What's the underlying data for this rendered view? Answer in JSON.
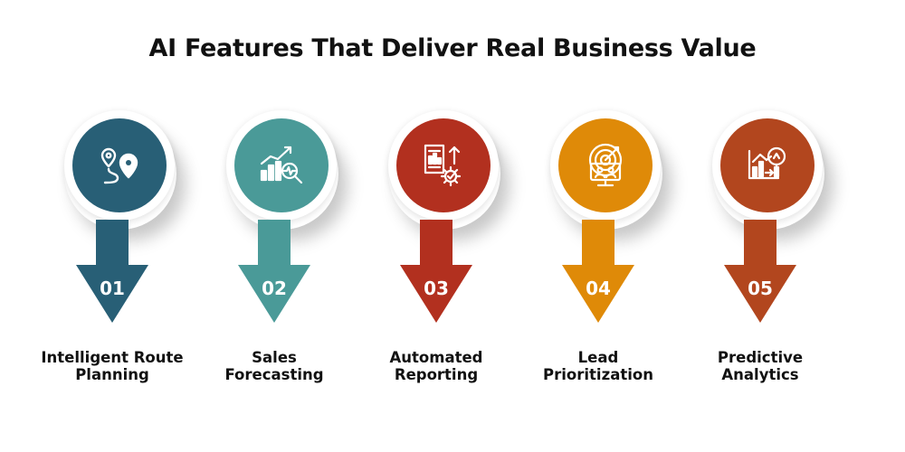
{
  "title": "AI Features That Deliver Real Business Value",
  "features": [
    {
      "number": "01",
      "label_lines": [
        "Intelligent Route",
        "Planning"
      ],
      "color": "#285f76",
      "icon": "route-map-pin-icon"
    },
    {
      "number": "02",
      "label_lines": [
        "Sales",
        "Forecasting"
      ],
      "color": "#4a9a98",
      "icon": "bar-chart-trend-magnifier-icon"
    },
    {
      "number": "03",
      "label_lines": [
        "Automated",
        "Reporting"
      ],
      "color": "#b2301f",
      "icon": "report-gear-icon"
    },
    {
      "number": "04",
      "label_lines": [
        "Lead",
        "Prioritization"
      ],
      "color": "#df8a08",
      "icon": "target-monitor-icon"
    },
    {
      "number": "05",
      "label_lines": [
        "Predictive",
        "Analytics"
      ],
      "color": "#b2461e",
      "icon": "analytics-chart-magnifier-icon"
    }
  ]
}
